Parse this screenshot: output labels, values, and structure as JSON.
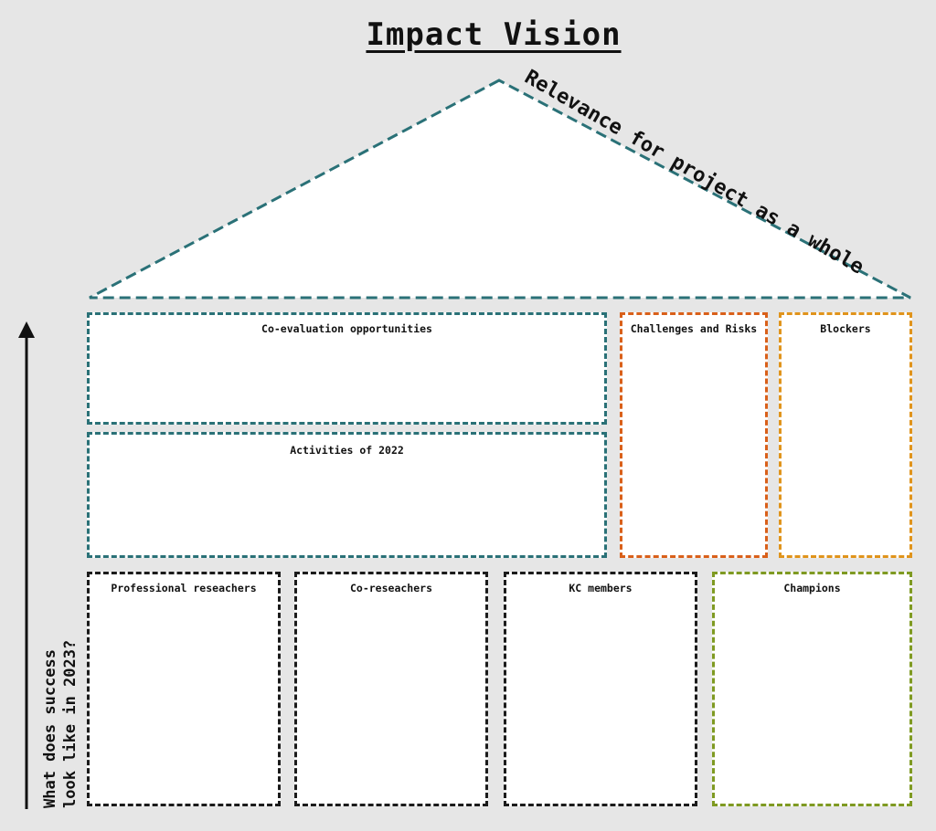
{
  "title": "Impact Vision",
  "roof": {
    "label": "Relevance for project as a whole"
  },
  "boxes": {
    "co_evaluation": "Co-evaluation opportunities",
    "activities": "Activities of 2022",
    "challenges": "Challenges and Risks",
    "blockers": "Blockers",
    "professional": "Professional reseachers",
    "co_researchers": "Co-reseachers",
    "kc_members": "KC members",
    "champions": "Champions"
  },
  "side": {
    "line1": "What does success",
    "line2": "look like in 2023?"
  },
  "colors": {
    "teal": "#2a7177",
    "orange": "#d9601a",
    "amber": "#e0941c",
    "black": "#1b1b1b",
    "olive": "#7f9a22",
    "background": "#e6e6e6"
  }
}
